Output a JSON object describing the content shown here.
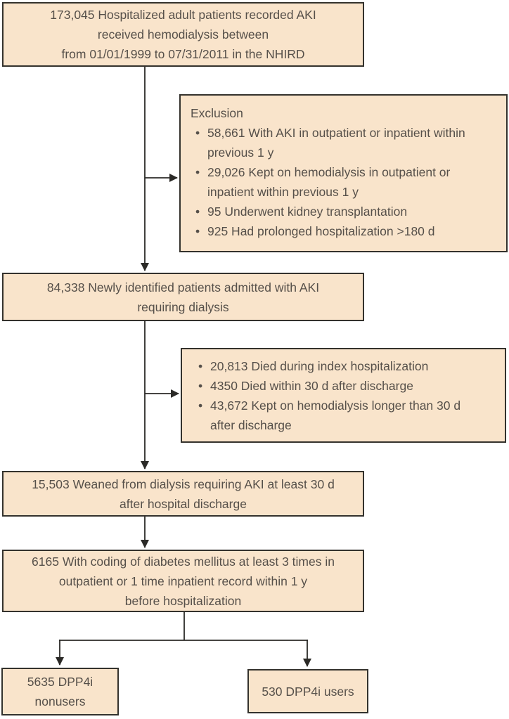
{
  "colors": {
    "background": "#ffffff",
    "box_fill": "#f9e4cb",
    "box_border": "#34322d",
    "text": "#56504a",
    "arrow": "#2b2a27"
  },
  "flow": {
    "box_initial": {
      "text": "173,045 Hospitalized adult patients recorded AKI\nreceived hemodialysis between\nfrom 01/01/1999 to 07/31/2011 in the NHIRD"
    },
    "exclusion1": {
      "title": "Exclusion",
      "items": [
        "58,661 With AKI in outpatient or inpatient within\nprevious 1 y",
        "29,026 Kept on hemodialysis in outpatient or\ninpatient within previous 1 y",
        "95 Underwent kidney transplantation",
        "925 Had prolonged hospitalization >180 d"
      ]
    },
    "box_newly_identified": {
      "text": "84,338 Newly identified patients admitted with AKI\nrequiring dialysis"
    },
    "exclusion2": {
      "items": [
        "20,813 Died during index hospitalization",
        "4350 Died within 30 d after discharge",
        "43,672 Kept on hemodialysis longer than 30 d\nafter discharge"
      ]
    },
    "box_weaned": {
      "text": "15,503 Weaned from dialysis requiring AKI at least 30 d\nafter hospital discharge"
    },
    "box_diabetes": {
      "text": "6165 With coding of diabetes mellitus at least 3 times in\noutpatient or 1 time inpatient record within 1 y\nbefore hospitalization"
    },
    "box_nonusers": {
      "text": "5635 DPP4i\nnonusers"
    },
    "box_users": {
      "text": "530 DPP4i users"
    }
  }
}
